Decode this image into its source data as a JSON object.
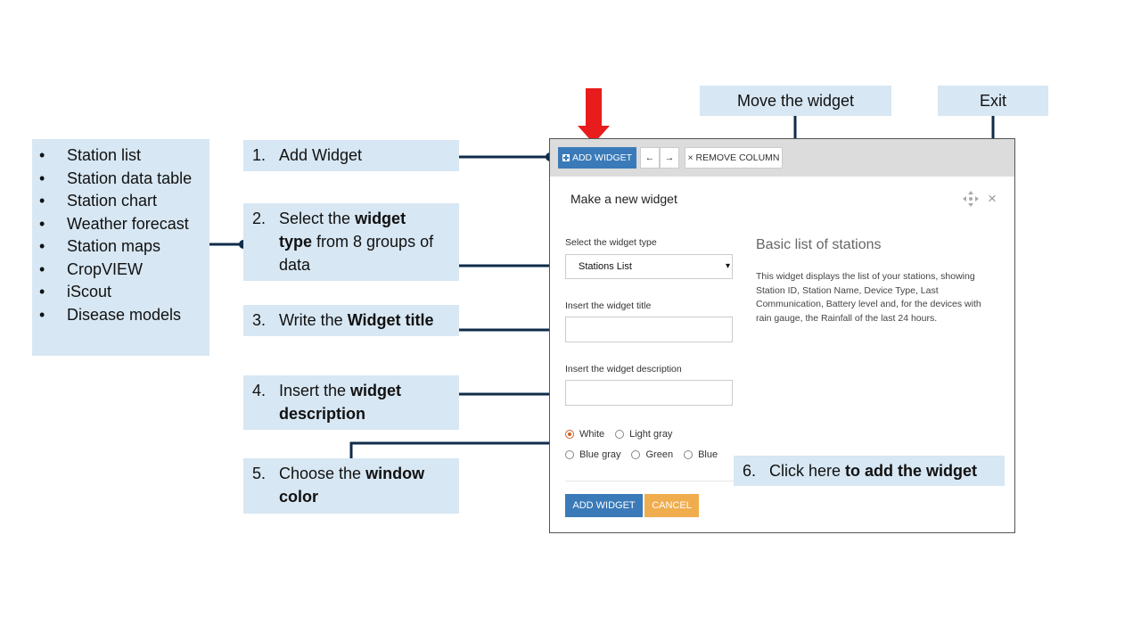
{
  "callouts": {
    "bullets": [
      "Station list",
      "Station data table",
      "Station chart",
      "Weather forecast",
      "Station maps",
      "CropVIEW",
      "iScout",
      "Disease models"
    ],
    "step1": {
      "num": "1.",
      "text": "Add Widget"
    },
    "step2": {
      "num": "2.",
      "pre": "Select the ",
      "bold1": "widget",
      "line2_bold": "type",
      "line2_rest": " from 8 groups of",
      "line3": "data"
    },
    "step3": {
      "num": "3.",
      "pre": "Write the ",
      "bold": "Widget title"
    },
    "step4": {
      "num": "4.",
      "pre": "Insert the ",
      "bold1": "widget",
      "line2_bold": "description"
    },
    "step5": {
      "num": "5.",
      "pre": "Choose the ",
      "bold1": "window",
      "line2_bold": "color"
    },
    "step6": {
      "num": "6.",
      "pre": "Click here ",
      "bold": "to add the widget"
    },
    "move": "Move the widget",
    "exit": "Exit"
  },
  "toolbar": {
    "add_widget": "ADD WIDGET",
    "back": "←",
    "forward": "→",
    "remove_column": "× REMOVE COLUMN"
  },
  "dialog": {
    "title": "Make a new widget",
    "move_icon": "move-icon",
    "close": "×",
    "type_label": "Select the widget type",
    "type_value": "Stations List",
    "title_label": "Insert the widget title",
    "title_value": "",
    "desc_label": "Insert the widget description",
    "desc_value": "",
    "colors": [
      "White",
      "Light gray",
      "Blue gray",
      "Green",
      "Blue"
    ],
    "selected_color": "White",
    "add_button": "ADD WIDGET",
    "cancel_button": "CANCEL"
  },
  "info": {
    "title": "Basic list of stations",
    "description": "This widget displays the list of your stations, showing Station ID, Station Name, Device Type, Last Communication, Battery level and, for the devices with rain gauge, the Rainfall of the last 24 hours."
  },
  "colors": {
    "callout_bg": "#d7e7f3",
    "connector": "#0f2c4a",
    "primary": "#3a7ab8",
    "cancel": "#f0ad4e",
    "arrow": "#e81c1c"
  }
}
